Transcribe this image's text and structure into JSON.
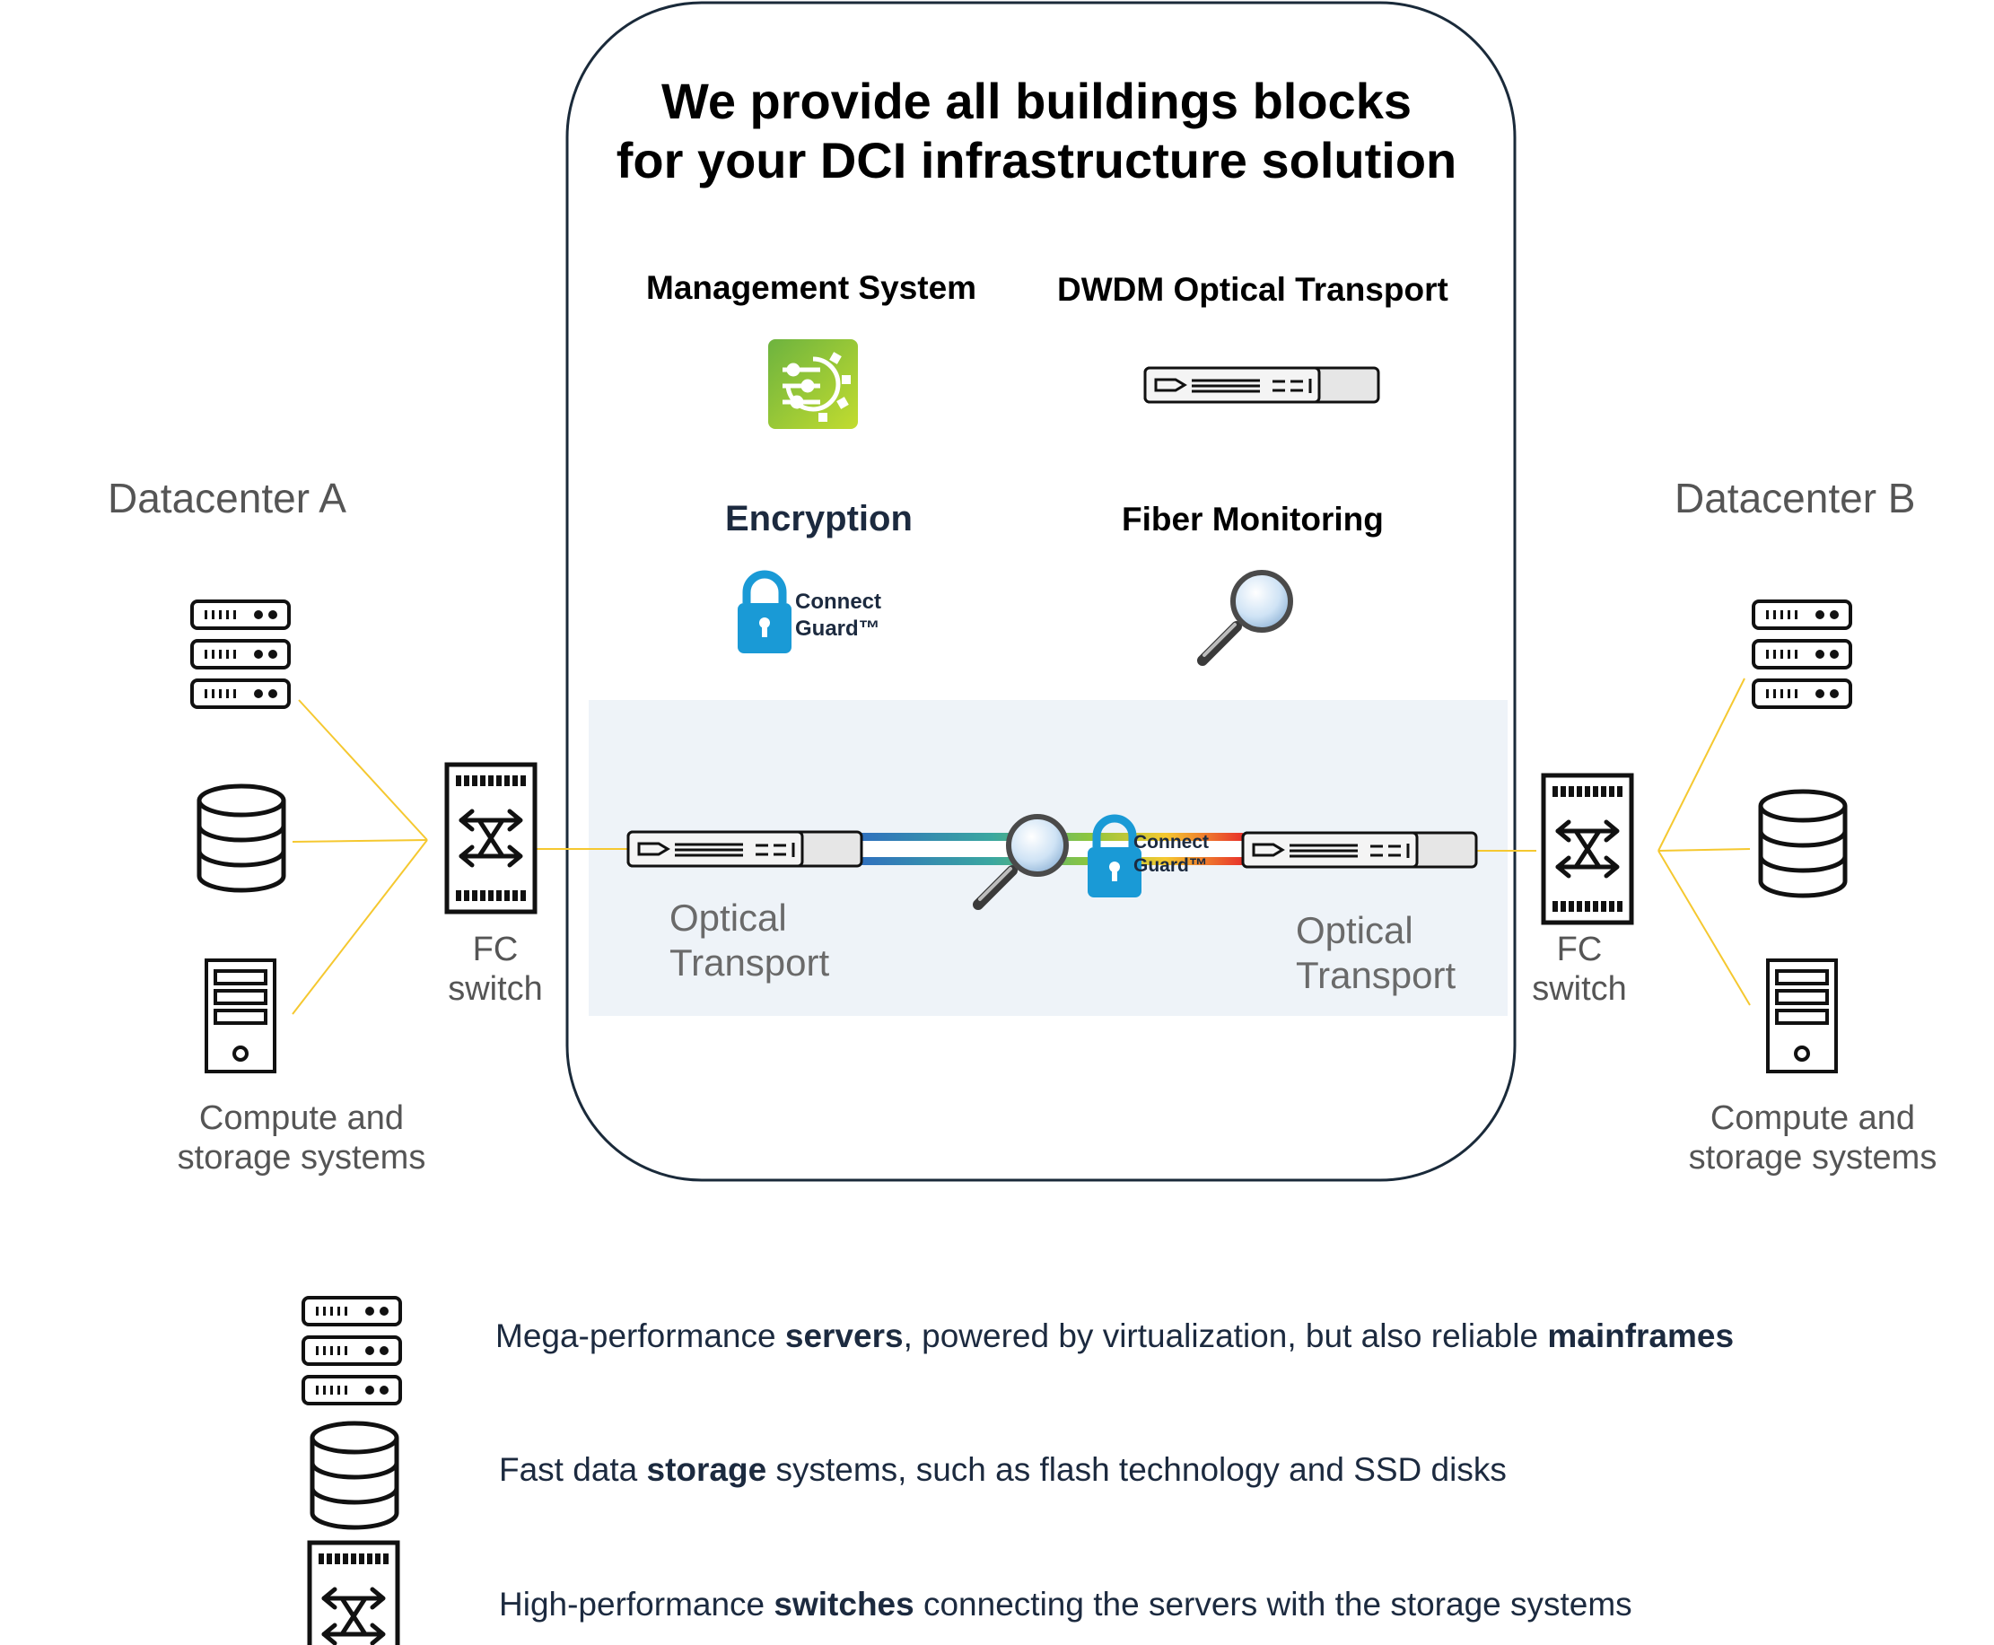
{
  "title": {
    "line1": "We provide all buildings blocks",
    "line2": "for your DCI infrastructure solution"
  },
  "blocks": {
    "management": "Management System",
    "dwdm": "DWDM Optical Transport",
    "encryption": "Encryption",
    "fiber": "Fiber Monitoring"
  },
  "brand": {
    "line1": "Connect",
    "line2": "Guard™"
  },
  "datacenter_a": {
    "title": "Datacenter A",
    "switch_line1": "FC",
    "switch_line2": "switch",
    "systems_line1": "Compute and",
    "systems_line2": "storage systems"
  },
  "datacenter_b": {
    "title": "Datacenter B",
    "switch_line1": "FC",
    "switch_line2": "switch",
    "systems_line1": "Compute and",
    "systems_line2": "storage systems"
  },
  "transport_left": {
    "line1": "Optical",
    "line2": "Transport"
  },
  "transport_right": {
    "line1": "Optical",
    "line2": "Transport"
  },
  "legend": [
    {
      "pre": "Mega-performance ",
      "b1": "servers",
      "mid": ", powered by virtualization, but also reliable ",
      "b2": "mainframes",
      "post": ""
    },
    {
      "pre": "Fast data ",
      "b1": "storage",
      "mid": " systems, such as flash technology and SSD disks",
      "b2": "",
      "post": ""
    },
    {
      "pre": "High-performance ",
      "b1": "switches",
      "mid": " connecting the servers with the storage systems",
      "b2": "",
      "post": ""
    }
  ],
  "colors": {
    "box_border": "#1a2a3a",
    "transport_panel": "#eef3f8",
    "link_line": "#f5c830",
    "mgmt_green": "#8cc63f",
    "lock_blue": "#1a9ad6",
    "heading_navy": "#1c2a3f"
  },
  "icons": [
    "server-rack-icon",
    "database-icon",
    "tower-server-icon",
    "fc-switch-icon",
    "settings-gear-icon",
    "optical-transport-device-icon",
    "padlock-icon",
    "magnifier-icon"
  ]
}
